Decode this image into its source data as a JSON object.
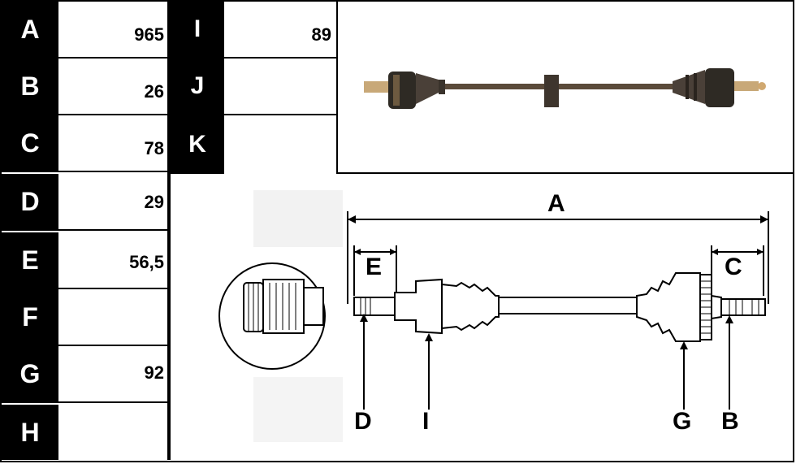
{
  "spec_table": {
    "rows": [
      {
        "key": "A",
        "value": "965"
      },
      {
        "key": "B",
        "value": "26"
      },
      {
        "key": "C",
        "value": "78"
      },
      {
        "key": "D",
        "value": "29"
      },
      {
        "key": "E",
        "value": "56,5"
      },
      {
        "key": "F",
        "value": ""
      },
      {
        "key": "G",
        "value": "92"
      },
      {
        "key": "H",
        "value": ""
      }
    ]
  },
  "extra_table": {
    "rows": [
      {
        "key": "I",
        "value": "89"
      },
      {
        "key": "J",
        "value": ""
      },
      {
        "key": "K",
        "value": ""
      }
    ]
  },
  "diagram": {
    "labels": {
      "A": "A",
      "B": "B",
      "C": "C",
      "D": "D",
      "E": "E",
      "G": "G",
      "I": "I"
    }
  }
}
